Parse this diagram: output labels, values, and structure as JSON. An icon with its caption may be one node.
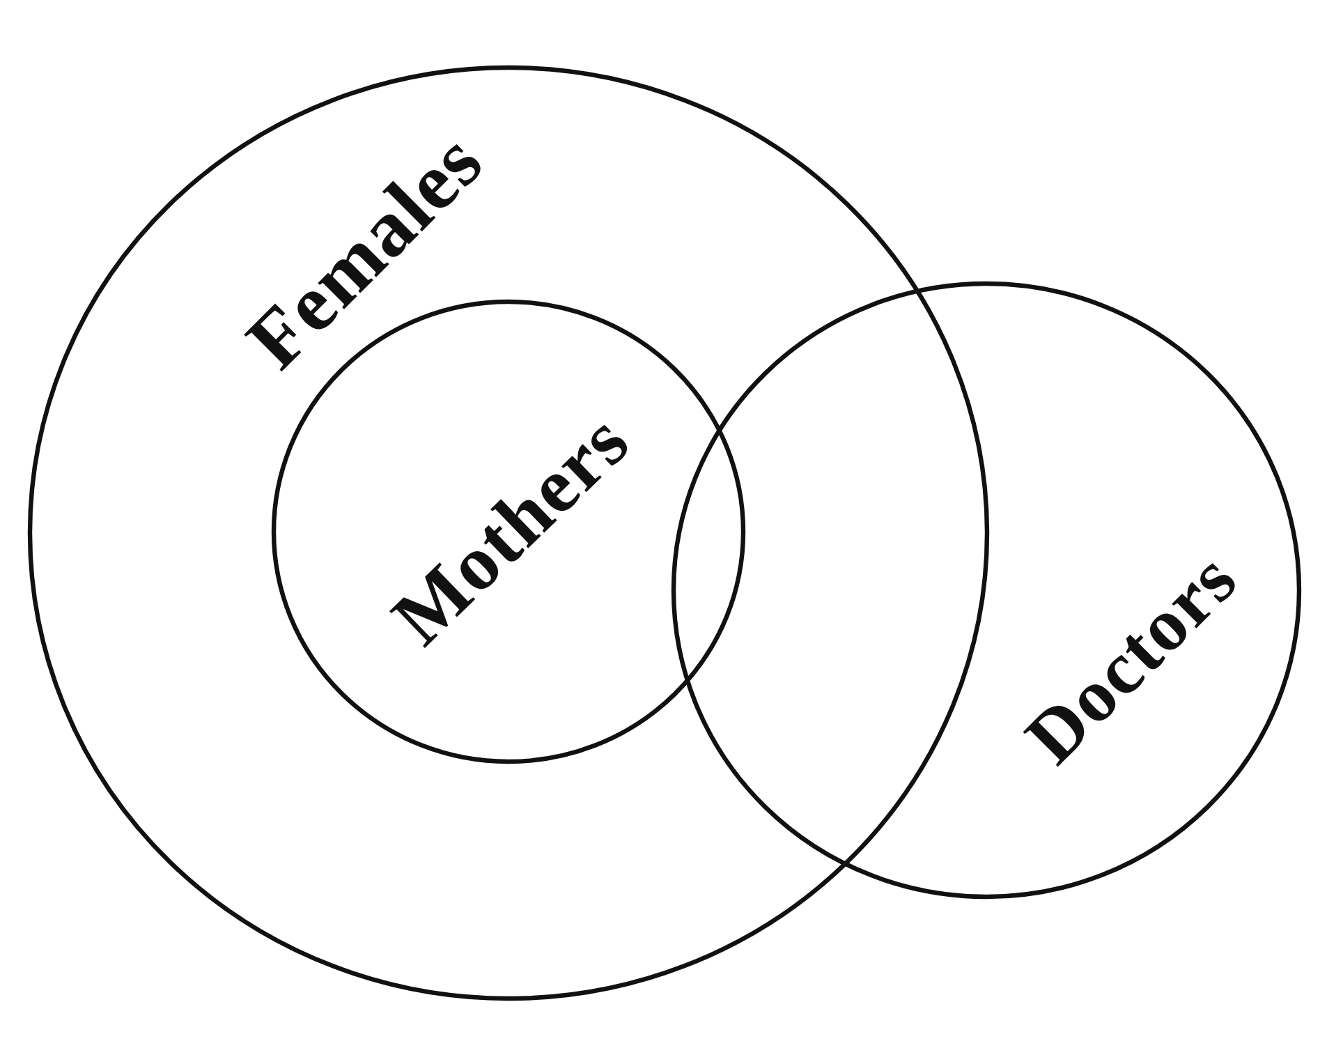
{
  "diagram": {
    "nodes": [
      {
        "text": [
          "Females"
        ]
      },
      {
        "text": [
          "Mothers"
        ],
        "in": 0
      },
      {
        "text": [
          "Doctors"
        ]
      }
    ]
  }
}
